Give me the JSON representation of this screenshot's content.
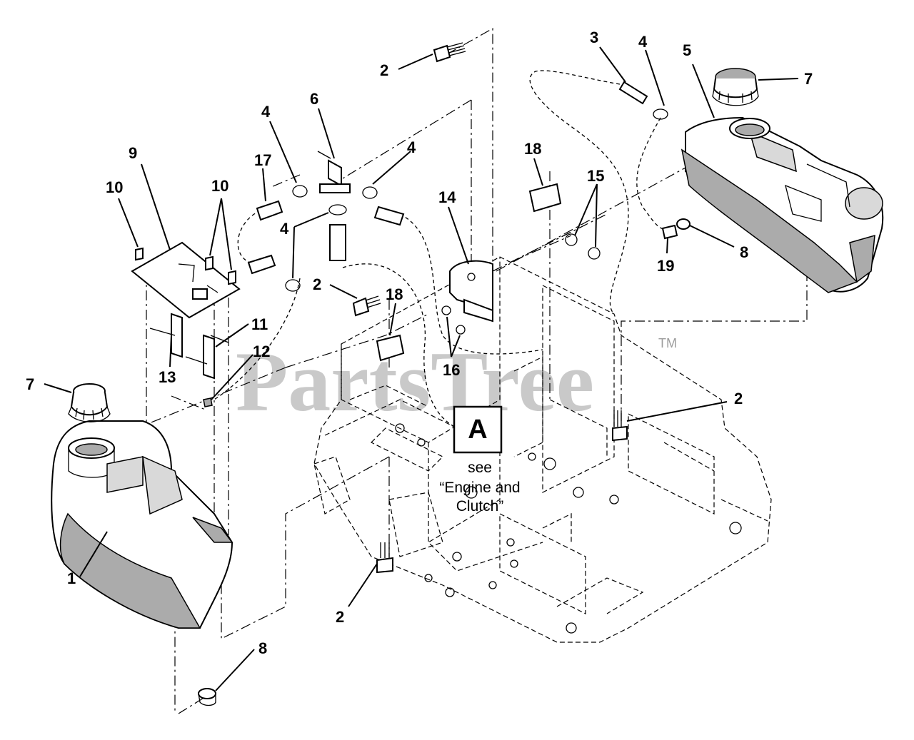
{
  "watermark": {
    "text": "PartsTree",
    "tm": "TM"
  },
  "callouts": [
    {
      "id": "c1",
      "label": "1"
    },
    {
      "id": "c2a",
      "label": "2"
    },
    {
      "id": "c2b",
      "label": "2"
    },
    {
      "id": "c2c",
      "label": "2"
    },
    {
      "id": "c2d",
      "label": "2"
    },
    {
      "id": "c3",
      "label": "3"
    },
    {
      "id": "c4a",
      "label": "4"
    },
    {
      "id": "c4b",
      "label": "4"
    },
    {
      "id": "c4c",
      "label": "4"
    },
    {
      "id": "c4d",
      "label": "4"
    },
    {
      "id": "c5",
      "label": "5"
    },
    {
      "id": "c6",
      "label": "6"
    },
    {
      "id": "c7a",
      "label": "7"
    },
    {
      "id": "c7b",
      "label": "7"
    },
    {
      "id": "c8a",
      "label": "8"
    },
    {
      "id": "c8b",
      "label": "8"
    },
    {
      "id": "c9",
      "label": "9"
    },
    {
      "id": "c10a",
      "label": "10"
    },
    {
      "id": "c10b",
      "label": "10"
    },
    {
      "id": "c11",
      "label": "11"
    },
    {
      "id": "c12",
      "label": "12"
    },
    {
      "id": "c13",
      "label": "13"
    },
    {
      "id": "c14",
      "label": "14"
    },
    {
      "id": "c15",
      "label": "15"
    },
    {
      "id": "c16",
      "label": "16"
    },
    {
      "id": "c17",
      "label": "17"
    },
    {
      "id": "c18a",
      "label": "18"
    },
    {
      "id": "c18b",
      "label": "18"
    },
    {
      "id": "c19",
      "label": "19"
    }
  ],
  "reference": {
    "box_letter": "A",
    "line1": "see",
    "line2": "“Engine and",
    "line3": "Clutch”"
  }
}
